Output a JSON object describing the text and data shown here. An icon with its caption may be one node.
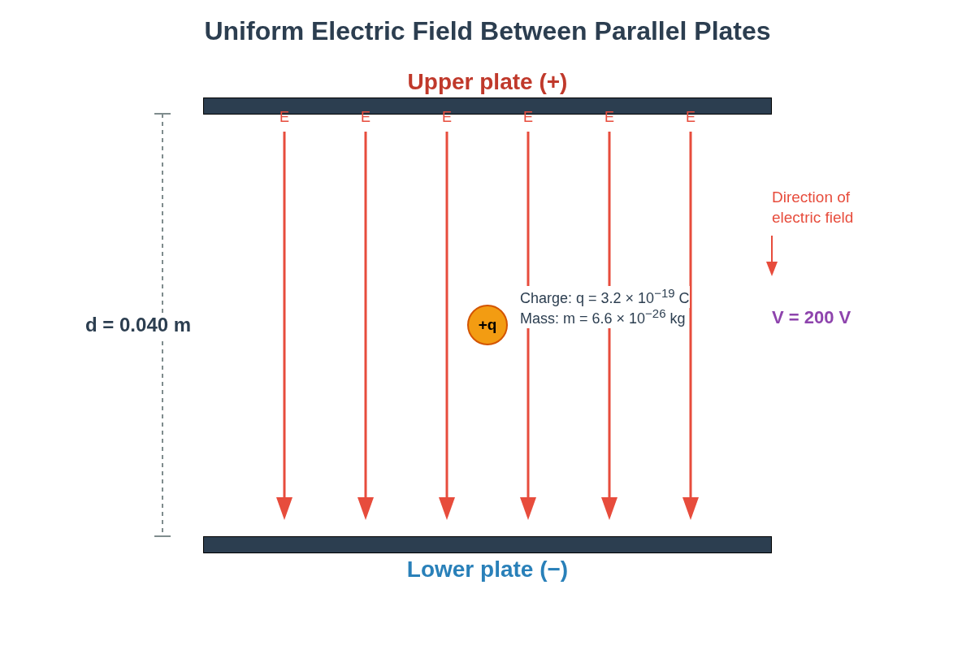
{
  "diagram": {
    "title": "Uniform Electric Field Between Parallel Plates",
    "nodes": [
      {
        "text": [
          "Upper plate (+)"
        ]
      },
      {
        "text": [
          "Lower plate (−)"
        ]
      },
      {
        "text": [
          "+q"
        ]
      }
    ],
    "edges": [],
    "labels": [
      "E",
      "E",
      "E",
      "E",
      "E",
      "E",
      "Direction of electric field",
      "Charge: q = 3.2 × 10$^{−19}$ C",
      "d = 0.040 m",
      "Mass: m = 6.6 × 10$^{−26}$ kg",
      "V = 200 V"
    ]
  }
}
